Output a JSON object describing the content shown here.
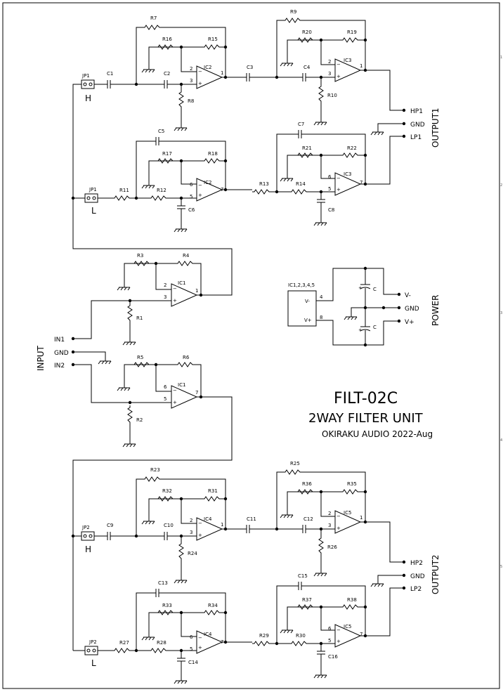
{
  "title": {
    "code": "FILT-02C",
    "name": "2WAY FILTER UNIT",
    "author": "OKIRAKU AUDIO 2022-Aug"
  },
  "blocks": {
    "input": "INPUT",
    "output1": "OUTPUT1",
    "output2": "OUTPUT2",
    "power": "POWER"
  },
  "ports": {
    "in1": "IN1",
    "gnd": "GND",
    "in2": "IN2",
    "hp1": "HP1",
    "lp1": "LP1",
    "hp2": "HP2",
    "lp2": "LP2",
    "vminus": "V-",
    "vplus": "V+"
  },
  "power_ic": {
    "label": "IC1,2,3,4,5",
    "vminus": "V-",
    "vplus": "V+",
    "pin_vm": "4",
    "pin_vp": "8",
    "cap": "C"
  },
  "jumpers": {
    "jp1": "JP1",
    "jp2": "JP2",
    "h": "H",
    "l": "L"
  },
  "resistors": {
    "r1": "R1",
    "r2": "R2",
    "r3": "R3",
    "r4": "R4",
    "r5": "R5",
    "r6": "R6",
    "r7": "R7",
    "r8": "R8",
    "r9": "R9",
    "r10": "R10",
    "r11": "R11",
    "r12": "R12",
    "r13": "R13",
    "r14": "R14",
    "r15": "R15",
    "r16": "R16",
    "r17": "R17",
    "r18": "R18",
    "r19": "R19",
    "r20": "R20",
    "r21": "R21",
    "r22": "R22",
    "r23": "R23",
    "r24": "R24",
    "r25": "R25",
    "r26": "R26",
    "r27": "R27",
    "r28": "R28",
    "r29": "R29",
    "r30": "R30",
    "r31": "R31",
    "r32": "R32",
    "r33": "R33",
    "r34": "R34",
    "r35": "R35",
    "r36": "R36",
    "r37": "R37",
    "r38": "R38"
  },
  "capacitors": {
    "c1": "C1",
    "c2": "C2",
    "c3": "C3",
    "c4": "C4",
    "c5": "C5",
    "c6": "C6",
    "c7": "C7",
    "c8": "C8",
    "c9": "C9",
    "c10": "C10",
    "c11": "C11",
    "c12": "C12",
    "c13": "C13",
    "c14": "C14",
    "c15": "C15",
    "c16": "C16"
  },
  "ics": {
    "ic1": "IC1",
    "ic2": "IC2",
    "ic3": "IC3",
    "ic4": "IC4",
    "ic5": "IC5"
  },
  "pins": {
    "p1": "1",
    "p2": "2",
    "p3": "3",
    "p5": "5",
    "p6": "6",
    "p7": "7"
  },
  "signs": {
    "minus": "−",
    "plus": "+"
  },
  "grid": {
    "n1": "1",
    "n2": "2",
    "n3": "3",
    "n4": "4",
    "n5": "5"
  }
}
